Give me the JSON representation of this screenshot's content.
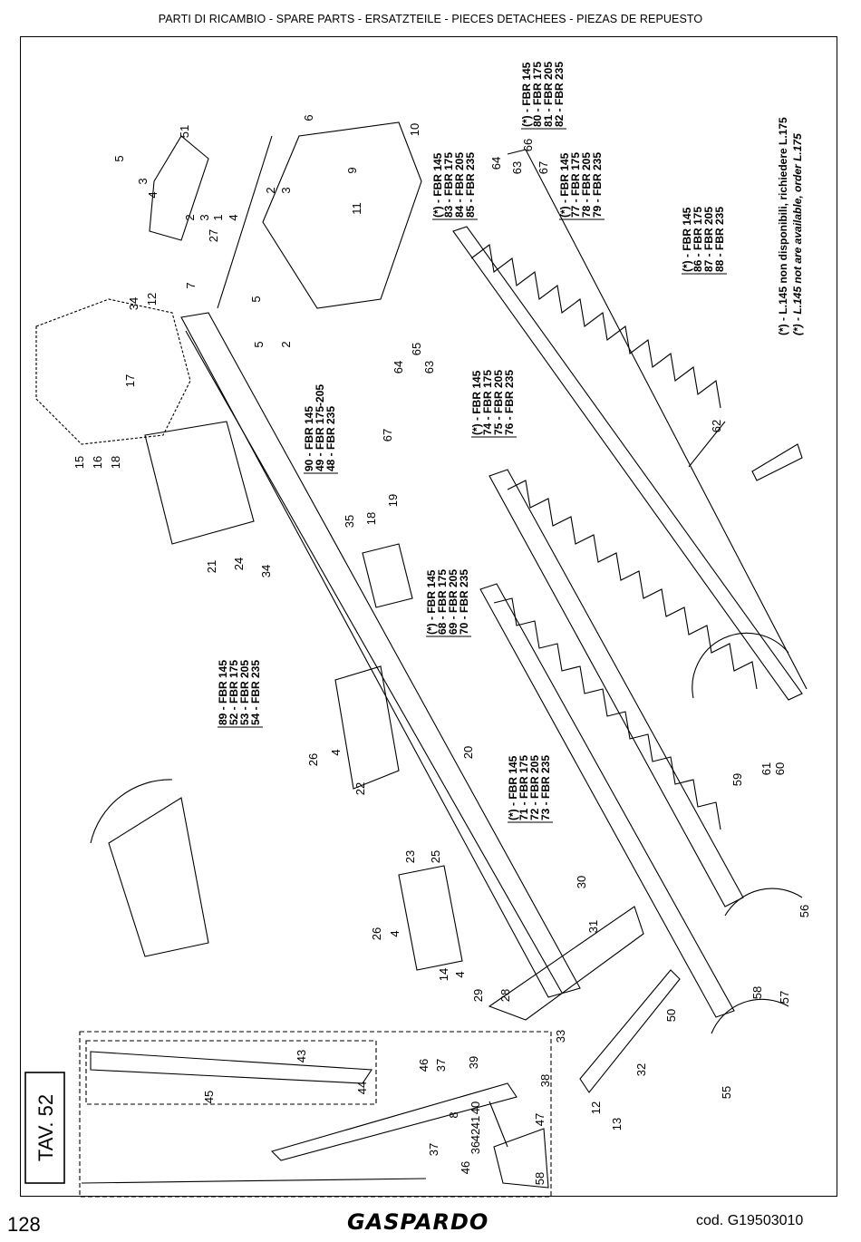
{
  "header": "PARTI DI RICAMBIO - SPARE PARTS - ERSATZTEILE - PIECES DETACHEES - PIEZAS DE REPUESTO",
  "plate": "TAV. 52",
  "footer": {
    "page": "128",
    "brand": "GASPARDO",
    "code": "cod.  G19503010"
  },
  "notes": [
    "(*) - L.145 non disponibili, richiedere L.175",
    "(*) - L.145 not are available, order L.175"
  ],
  "blocks": {
    "b86": [
      "(*) - FBR 145",
      "86 - FBR 175",
      "87 - FBR 205",
      "88 - FBR 235"
    ],
    "b80": [
      "(*) - FBR 145",
      "80 - FBR 175",
      "81 - FBR 205",
      "82 - FBR 235"
    ],
    "b77": [
      "(*) - FBR 145",
      "77 - FBR 175",
      "78 - FBR 205",
      "79 - FBR 235"
    ],
    "b83": [
      "(*) - FBR 145",
      "83 - FBR 175",
      "84 - FBR 205",
      "85 - FBR 235"
    ],
    "b74": [
      "(*) - FBR 145",
      "74 - FBR 175",
      "75 - FBR 205",
      "76 - FBR 235"
    ],
    "b90": [
      "90 - FBR 145",
      "49 - FBR 175-205",
      "48 - FBR 235"
    ],
    "b68": [
      "(*) - FBR 145",
      "68 - FBR 175",
      "69 - FBR 205",
      "70 - FBR 235"
    ],
    "b89": [
      "89 - FBR 145",
      "52 - FBR 175",
      "53 - FBR 205",
      "54 - FBR 235"
    ],
    "b71": [
      "(*) - FBR 145",
      "71 - FBR 175",
      "72 - FBR 205",
      "73 - FBR 235"
    ]
  },
  "callouts": [
    "51",
    "6",
    "10",
    "5",
    "3",
    "4",
    "2",
    "3",
    "1",
    "4",
    "5",
    "2",
    "3",
    "9",
    "11",
    "27",
    "7",
    "5",
    "2",
    "34",
    "12",
    "64",
    "63",
    "67",
    "66",
    "17",
    "15",
    "16",
    "18",
    "65",
    "64",
    "63",
    "67",
    "35",
    "18",
    "19",
    "21",
    "24",
    "34",
    "62",
    "20",
    "26",
    "4",
    "22",
    "23",
    "25",
    "30",
    "26",
    "4",
    "31",
    "14",
    "4",
    "29",
    "28",
    "59",
    "61",
    "60",
    "56",
    "58",
    "57",
    "50",
    "33",
    "32",
    "12",
    "13",
    "43",
    "46",
    "37",
    "39",
    "38",
    "45",
    "44",
    "8",
    "40",
    "41",
    "42",
    "36",
    "47",
    "37",
    "46",
    "58",
    "55"
  ]
}
